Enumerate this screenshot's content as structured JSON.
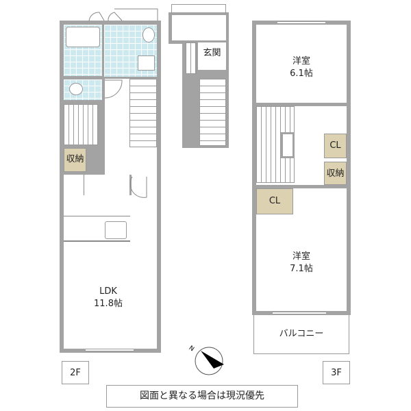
{
  "floor_plan": {
    "floors": [
      {
        "label": "2F",
        "rooms": [
          {
            "name": "LDK",
            "size": "11.8帖"
          },
          {
            "name": "収納"
          }
        ]
      },
      {
        "label": "玄関"
      },
      {
        "label": "3F",
        "rooms": [
          {
            "name": "洋室",
            "size": "6.1帖"
          },
          {
            "name": "洋室",
            "size": "7.1帖"
          },
          {
            "name": "CL"
          },
          {
            "name": "収納"
          },
          {
            "name": "CL"
          },
          {
            "name": "バルコニー"
          }
        ]
      }
    ],
    "entrance": "玄関",
    "ldk_name": "LDK",
    "ldk_size": "11.8帖",
    "storage_2f": "収納",
    "room1_name": "洋室",
    "room1_size": "6.1帖",
    "room2_name": "洋室",
    "room2_size": "7.1帖",
    "closet_a": "CL",
    "closet_b": "CL",
    "storage_3f": "収納",
    "balcony": "バルコニー",
    "floor_2f": "2F",
    "floor_3f": "3F",
    "note": "図面と異なる場合は現況優先",
    "compass": "N"
  },
  "colors": {
    "wall": "#a3a3a3",
    "wet_area": "#cde9f0",
    "storage": "#dcd1b0"
  }
}
